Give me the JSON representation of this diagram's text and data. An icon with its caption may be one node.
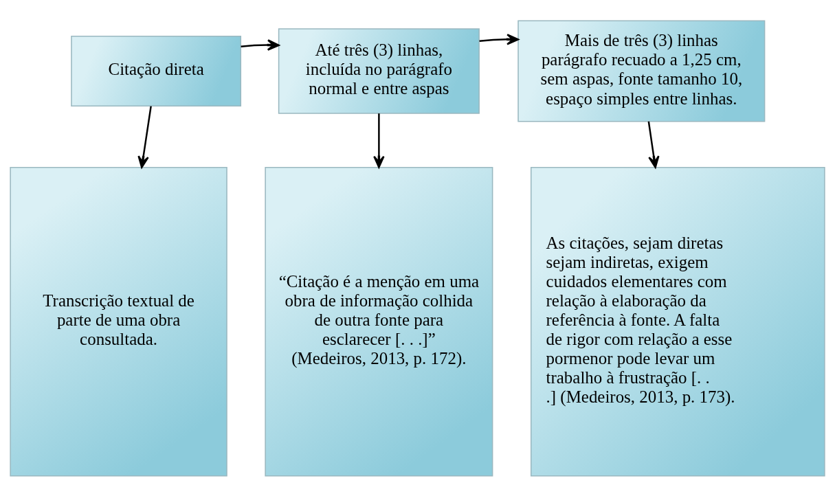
{
  "diagram": {
    "nodes": [
      {
        "text": [
          "Citação direta"
        ]
      },
      {
        "text": [
          "Até três (3) linhas, incluída no parágrafo normal e entre aspas"
        ]
      },
      {
        "text": [
          "Mais de três (3) linhas parágrafo recuado a 1,25 cm, sem aspas, fonte tamanho 10, espaço simples entre linhas."
        ]
      },
      {
        "text": [
          "Transcrição textual de parte de uma obra consultada."
        ]
      },
      {
        "text": [
          "“Citação é a menção em uma obra de informação colhida de outra fonte para esclarecer [. . .]” (Medeiros, 2013, p. 172)."
        ]
      },
      {
        "text": [
          "As citações, sejam diretas sejam indiretas, exigem cuidados elementares com relação à elaboração da referência à fonte. A falta de rigor com relação a esse pormenor pode levar um trabalho à frustração [. . .] (Medeiros, 2013, p. 173)."
        ]
      }
    ],
    "edges": [
      {
        "from": 0,
        "to": 1,
        "arrow": "to"
      },
      {
        "from": 1,
        "to": 2,
        "arrow": "to"
      },
      {
        "from": 0,
        "to": 3,
        "arrow": "to"
      },
      {
        "from": 1,
        "to": 4,
        "arrow": "to"
      },
      {
        "from": 2,
        "to": 5,
        "arrow": "to"
      }
    ]
  }
}
